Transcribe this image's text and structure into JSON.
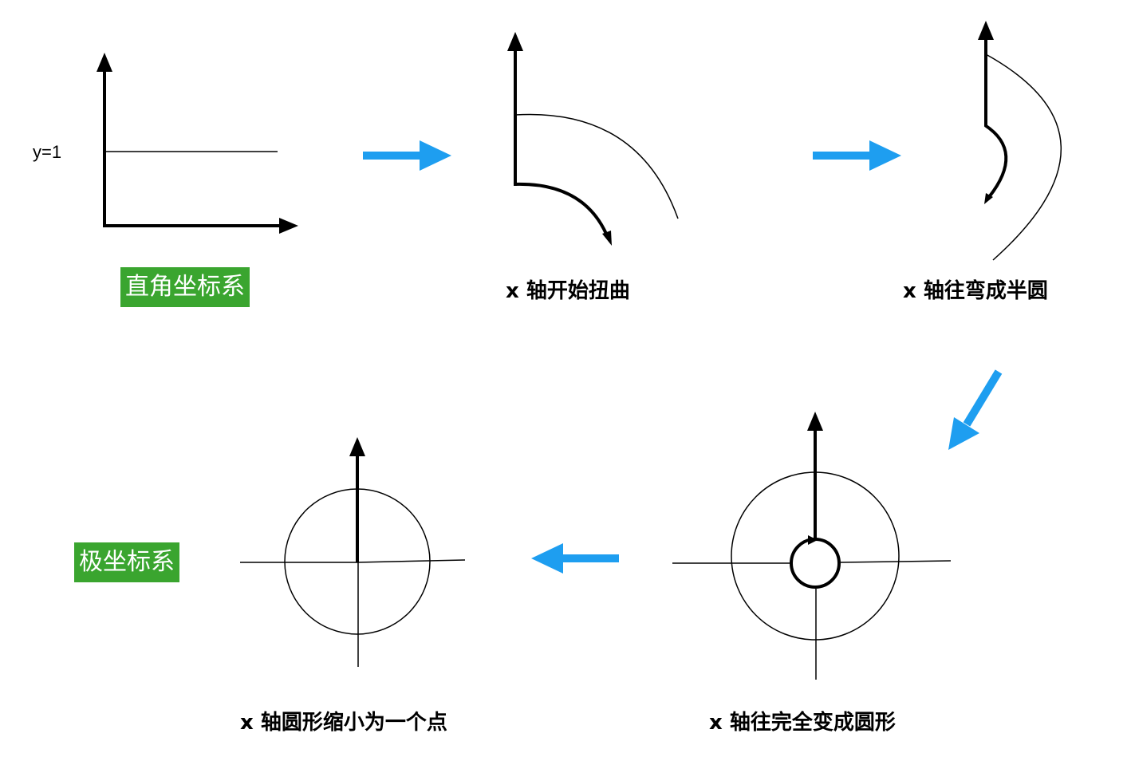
{
  "colors": {
    "arrow_blue": "#1e9ef0",
    "label_green": "#3aa52f",
    "axis": "#000000"
  },
  "stages": {
    "cartesian": {
      "label": "直角坐标系",
      "y_line_label": "y=1"
    },
    "twist": {
      "caption": "x 轴开始扭曲"
    },
    "semicircle": {
      "caption": "x 轴往弯成半圆"
    },
    "circle": {
      "caption": "x 轴往完全变成圆形"
    },
    "shrink": {
      "caption": "x 轴圆形缩小为一个点"
    },
    "polar": {
      "label": "极坐标系"
    }
  }
}
